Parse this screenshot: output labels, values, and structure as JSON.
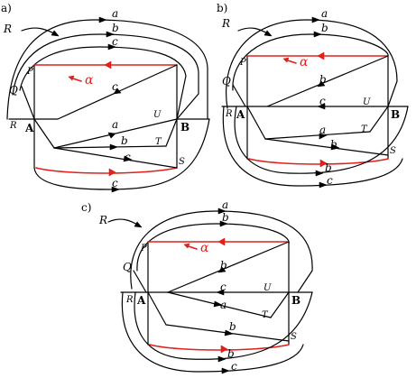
{
  "panels": [
    {
      "tag": "a)",
      "labels": {
        "R": "R",
        "P": "P",
        "Q": "Q",
        "R_small": "R",
        "A": "A",
        "B": "B",
        "U": "U",
        "T": "T",
        "S": "S",
        "alpha": "α",
        "a_top": "a",
        "b_top": "b",
        "c_top": "c",
        "c_diag": "c",
        "a_mid": "a",
        "b_mid": "b",
        "c_mid": "c",
        "c_bot": "c"
      }
    },
    {
      "tag": "b)",
      "labels": {
        "R": "R",
        "P": "P",
        "Q": "Q",
        "R_small": "R",
        "A": "A",
        "B": "B",
        "U": "U",
        "T": "T",
        "S": "S",
        "alpha": "α",
        "a_top": "a",
        "b_top": "b",
        "b_diag": "b",
        "c_mid": "c",
        "a_mid": "a",
        "b_mid": "b",
        "b_bot": "b",
        "c_bot": "c"
      }
    },
    {
      "tag": "c)",
      "labels": {
        "R": "R",
        "P": "P",
        "Q": "Q",
        "R_small": "R",
        "A": "A",
        "B": "B",
        "U": "U",
        "T": "T",
        "S": "S",
        "alpha": "α",
        "a_top": "a",
        "b_top": "b",
        "b_diag": "b",
        "c_mid": "c",
        "a_mid": "a",
        "b_mid": "b",
        "b_bot": "b",
        "c_bot": "c"
      }
    }
  ]
}
